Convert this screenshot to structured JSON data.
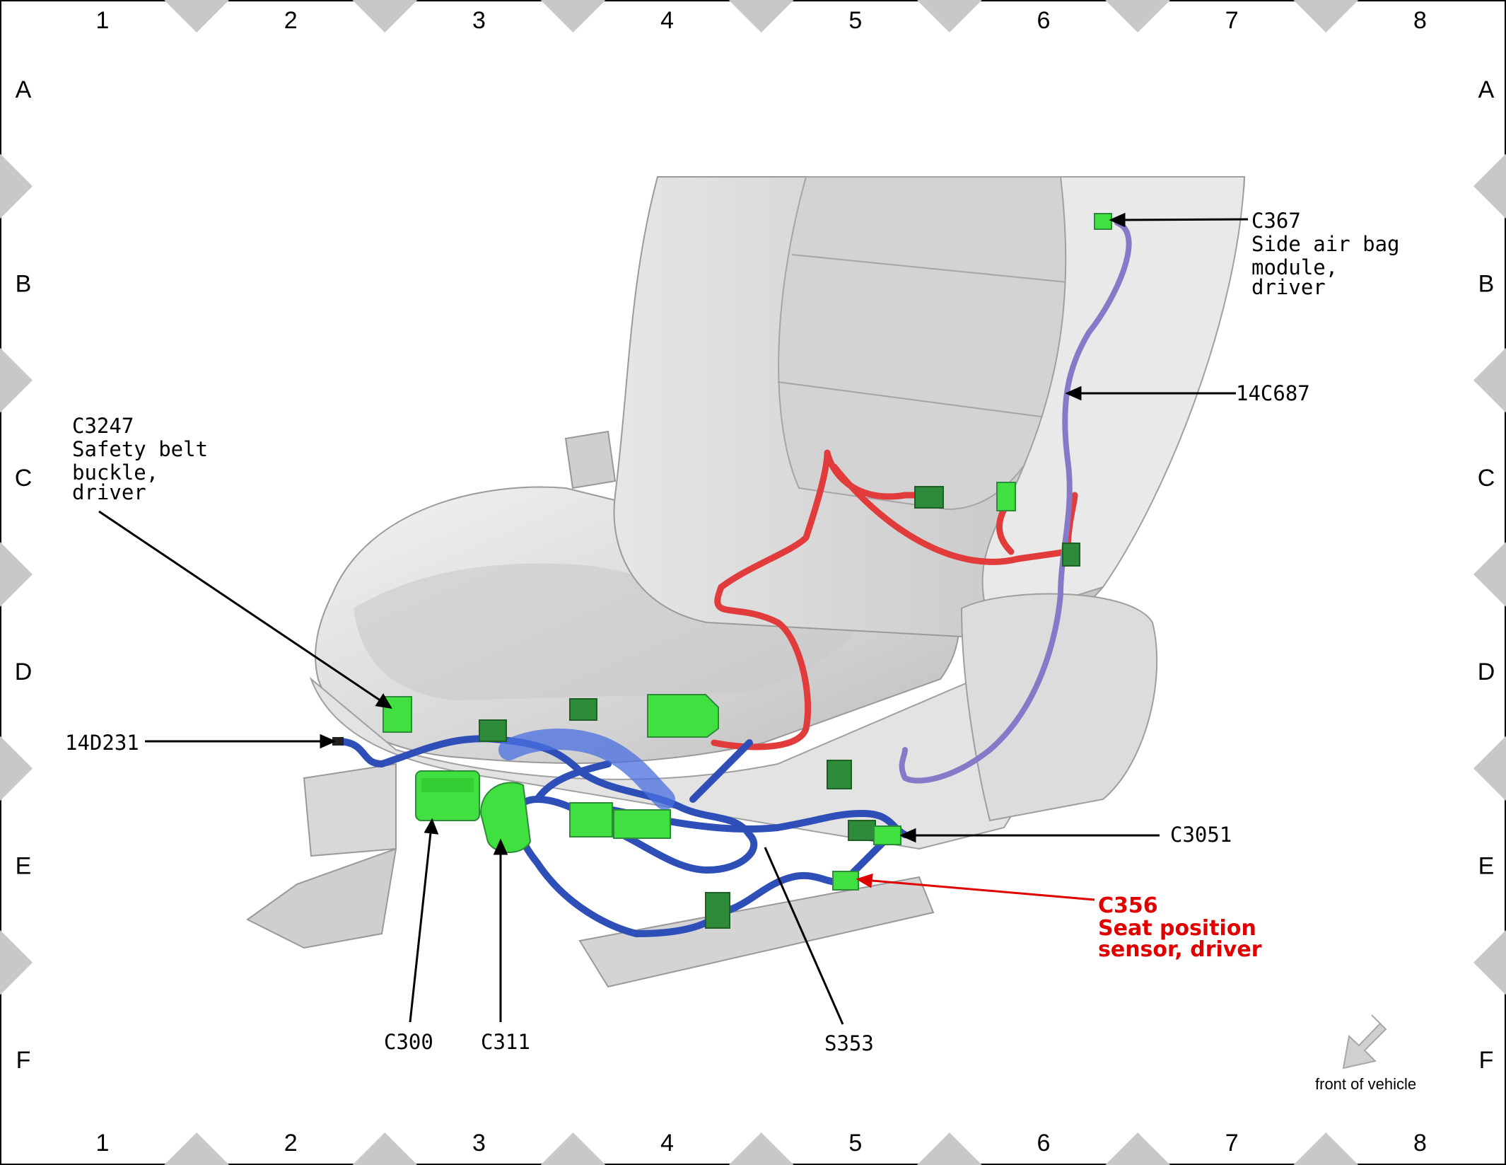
{
  "grid": {
    "columns": [
      "1",
      "2",
      "3",
      "4",
      "5",
      "6",
      "7",
      "8"
    ],
    "rows": [
      "A",
      "B",
      "C",
      "D",
      "E",
      "F"
    ]
  },
  "callouts": {
    "c367": [
      "C367",
      "Side air bag",
      "module,",
      "driver"
    ],
    "c14c687": "14C687",
    "c3247": [
      "C3247",
      "Safety belt",
      "buckle,",
      "driver"
    ],
    "c14d231": "14D231",
    "c3051": "C3051",
    "c356": [
      "C356",
      "Seat position",
      "sensor, driver"
    ],
    "c300": "C300",
    "c311": "C311",
    "s353": "S353"
  },
  "front_of_vehicle": "front of vehicle",
  "colors": {
    "connector": "#3fe03f",
    "connector_dark": "#2e8b3a",
    "harness_main": "#2f4fb8",
    "harness_red": "#e23b3b",
    "harness_purple": "#8878c8",
    "highlight_callout": "#e00000",
    "seat": "#d9d9d9",
    "border_diamond": "#c8c8c8"
  }
}
